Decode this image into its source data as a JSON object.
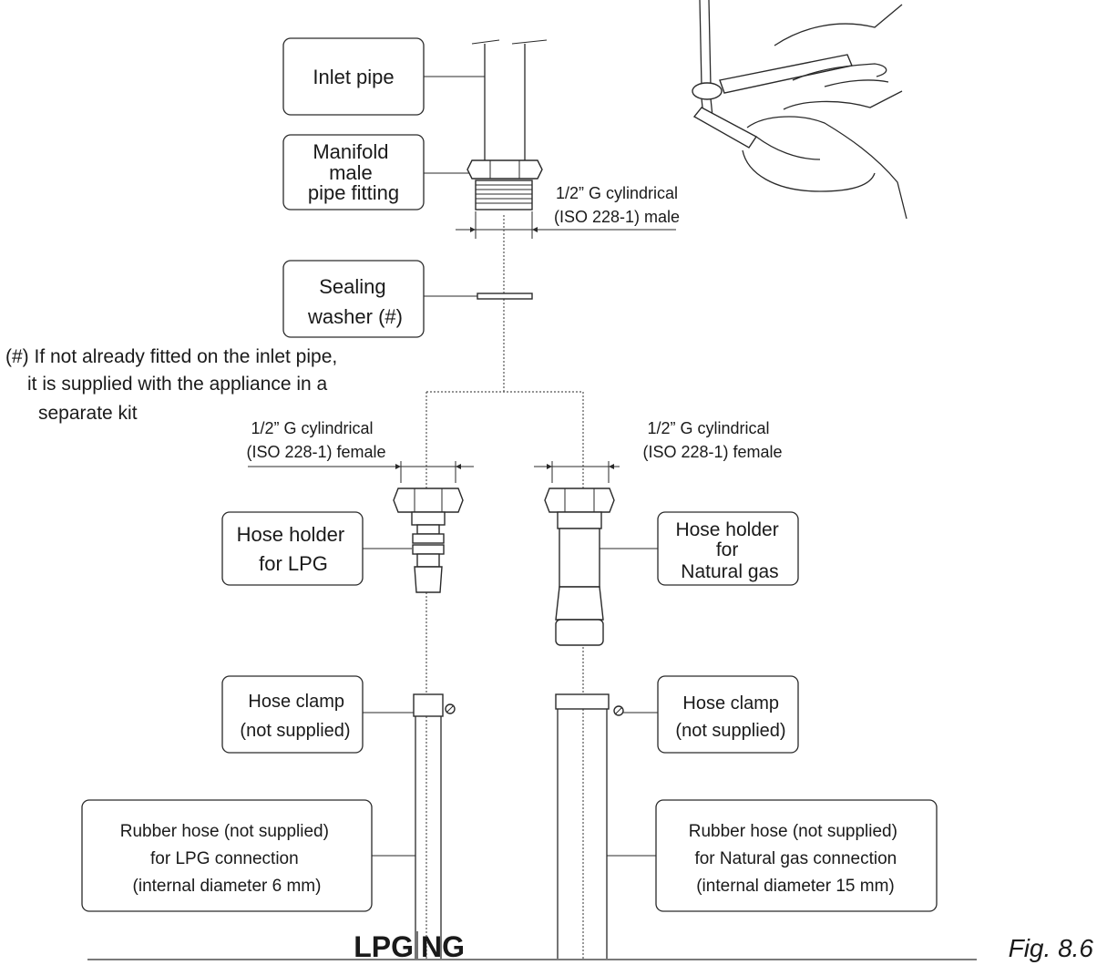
{
  "labels": {
    "inlet_pipe": "Inlet pipe",
    "manifold": [
      "Manifold",
      "male",
      "pipe fitting"
    ],
    "male_thread": [
      "1/2” G cylindrical",
      "(ISO 228-1) male"
    ],
    "sealing_washer": [
      "Sealing",
      "washer (#)"
    ],
    "note": [
      "(#) If not already fitted on the inlet pipe,",
      "it is supplied with the appliance in a",
      "separate kit"
    ],
    "female_thread_lpg": [
      "1/2” G cylindrical",
      "(ISO 228-1) female"
    ],
    "female_thread_ng": [
      "1/2” G cylindrical",
      "(ISO 228-1) female"
    ],
    "hose_holder_lpg": [
      "Hose holder",
      "for LPG"
    ],
    "hose_holder_ng": [
      "Hose holder",
      "for",
      "Natural gas"
    ],
    "hose_clamp_lpg": [
      "Hose clamp",
      "(not supplied)"
    ],
    "hose_clamp_ng": [
      "Hose clamp",
      "(not supplied)"
    ],
    "rubber_hose_lpg": [
      "Rubber hose (not supplied)",
      "for LPG connection",
      "(internal diameter 6 mm)"
    ],
    "rubber_hose_ng": [
      "Rubber hose (not supplied)",
      "for Natural gas connection",
      "(internal diameter 15 mm)"
    ],
    "lpg": "LPG",
    "ng": "NG",
    "figure": "Fig. 8.6"
  }
}
